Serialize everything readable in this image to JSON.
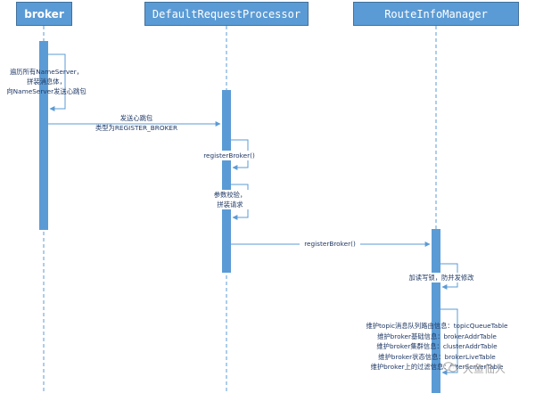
{
  "participants": {
    "broker": "broker",
    "processor": "DefaultRequestProcessor",
    "manager": "RouteInfoManager"
  },
  "notes": {
    "broker_self_line1": "遍历所有NameServer，",
    "broker_self_line2": "拼装消息体，",
    "broker_self_line3": "向NameServer发送心跳包",
    "heartbeat_line1": "发送心跳包",
    "heartbeat_line2": "类型为REGISTER_BROKER",
    "register_broker_self": "registerBroker()",
    "param_check_line1": "参数校验，",
    "param_check_line2": "拼装请求",
    "register_broker_call": "registerBroker()",
    "lock_note": "加读写锁，防并发修改",
    "maintain_line1": "维护topic消息队列路由信息：topicQueueTable",
    "maintain_line2": "维护broker基础信息：brokerAddrTable",
    "maintain_line3": "维护broker集群信息：clusterAddrTable",
    "maintain_line4": "维护broker状态信息：brokerLiveTable",
    "maintain_line5": "维护broker上的过滤信息：filterServerTable"
  },
  "watermark": {
    "text": "大鱼仙人",
    "icon": "wechat-icon"
  },
  "colors": {
    "header_fill": "#5b9bd5",
    "header_border": "#41719c",
    "activation": "#5b9bd5",
    "lifeline": "#5b9bd5",
    "arrow": "#5b9bd5",
    "text": "#1f3864"
  }
}
